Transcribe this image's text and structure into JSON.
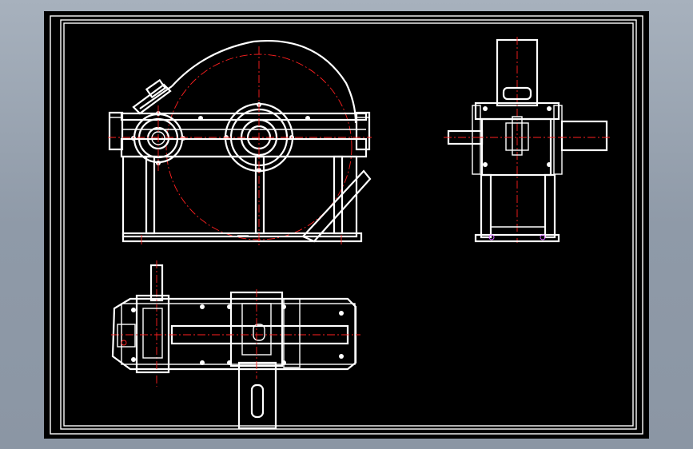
{
  "app": {
    "background_color": "#97a2af",
    "sheet_color": "#000000",
    "line_color": "#ffffff",
    "center_line_color": "#ff2020"
  },
  "drawing": {
    "views": [
      "front-view",
      "side-view",
      "top-view"
    ],
    "icons": [
      "gear-icon",
      "bolt-icon",
      "shaft-icon",
      "oil-gauge-icon"
    ]
  }
}
